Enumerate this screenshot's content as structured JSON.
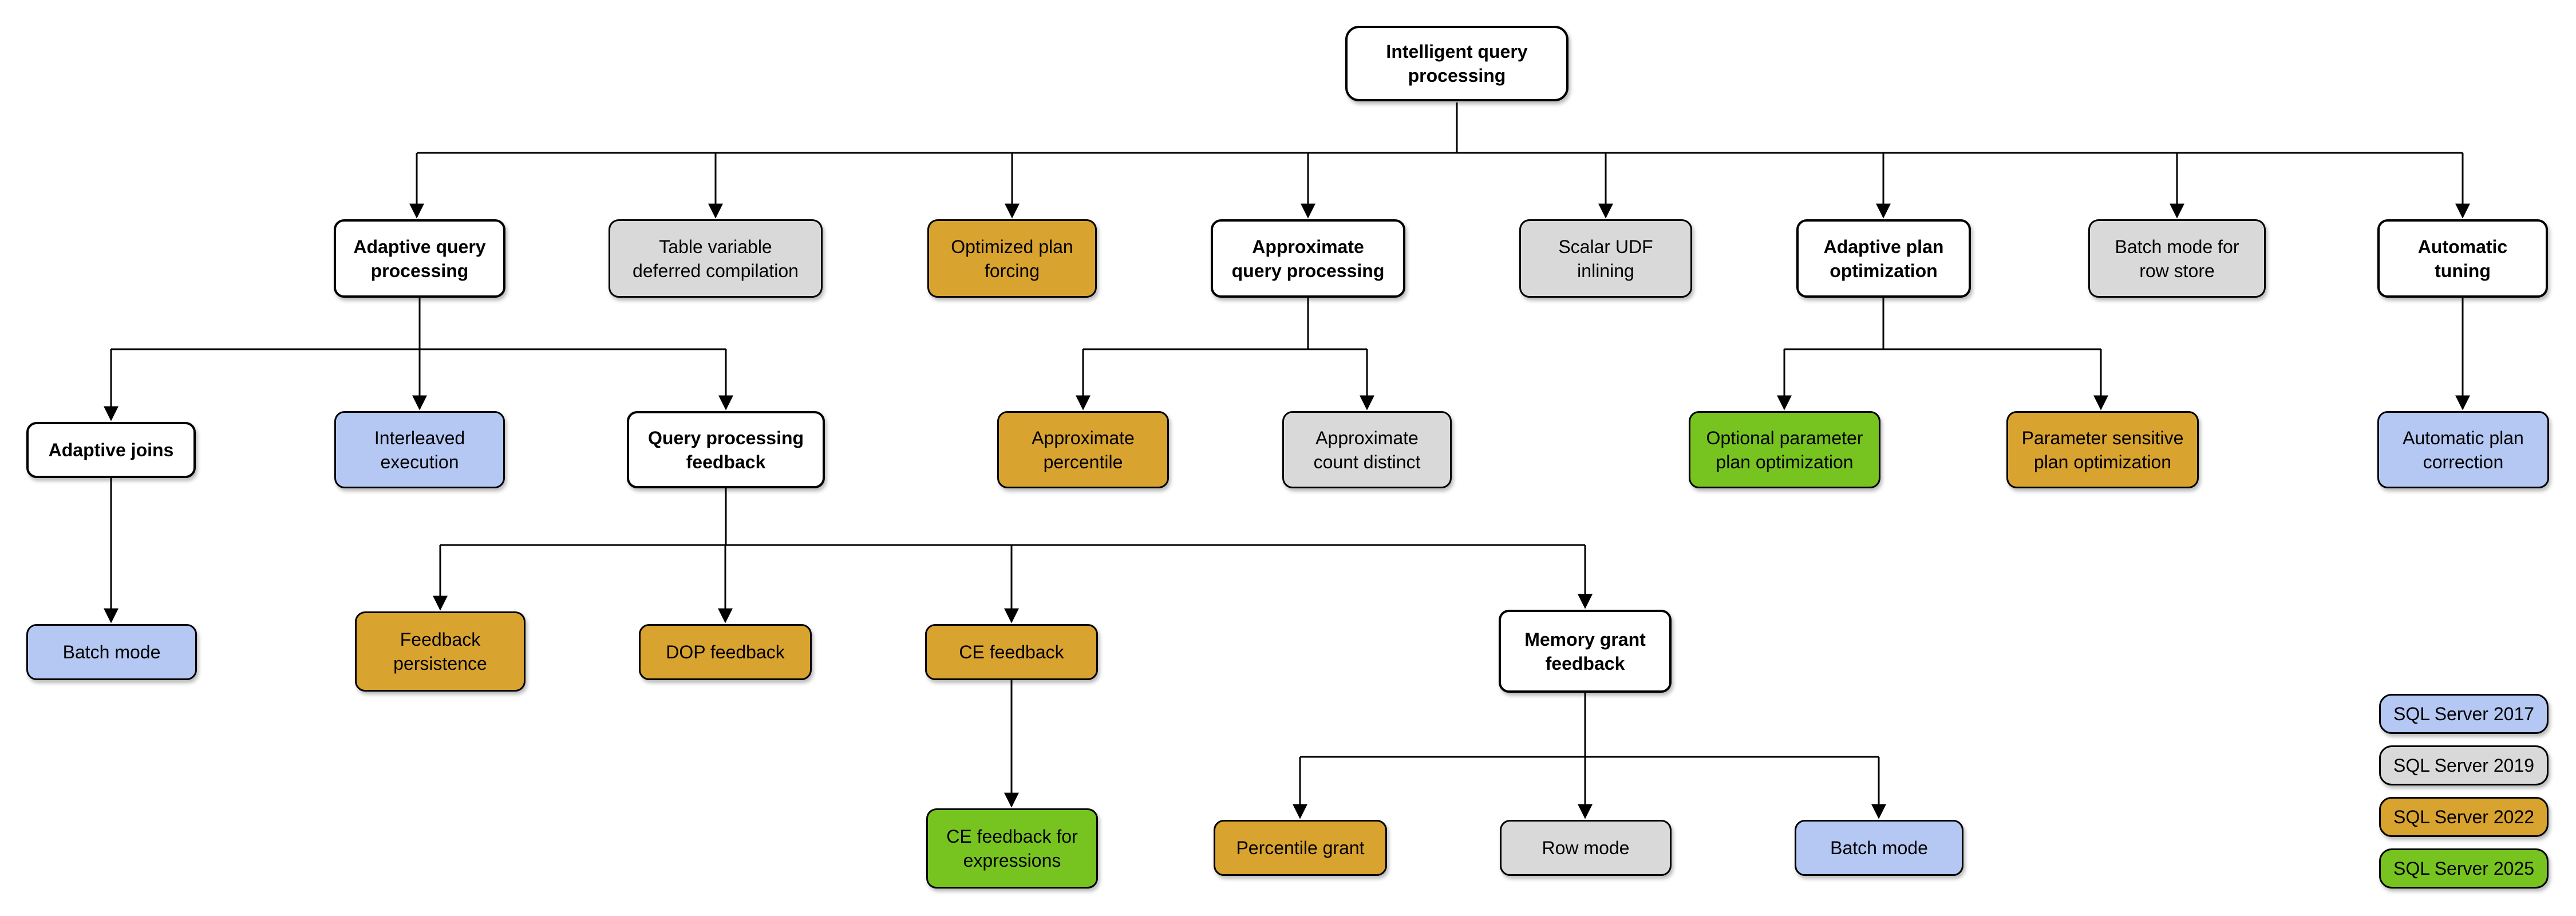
{
  "colors": {
    "v2017": "#b5c8f3",
    "v2019": "#d9d9d9",
    "v2022": "#d9a330",
    "v2025": "#77c421",
    "category_fill": "#ffffff",
    "border": "#000000",
    "line": "#000000"
  },
  "nodes": {
    "intelligent_query_processing": {
      "label": "Intelligent query\nprocessing",
      "version": "category"
    },
    "adaptive_query_processing": {
      "label": "Adaptive query\nprocessing",
      "version": "category"
    },
    "table_variable_deferred_compilation": {
      "label": "Table variable\ndeferred compilation",
      "version": "2019"
    },
    "optimized_plan_forcing": {
      "label": "Optimized plan\nforcing",
      "version": "2022"
    },
    "approximate_query_processing": {
      "label": "Approximate\nquery processing",
      "version": "category"
    },
    "scalar_udf_inlining": {
      "label": "Scalar UDF\ninlining",
      "version": "2019"
    },
    "adaptive_plan_optimization": {
      "label": "Adaptive plan\noptimization",
      "version": "category"
    },
    "batch_mode_for_row_store": {
      "label": "Batch mode for\nrow store",
      "version": "2019"
    },
    "automatic_tuning": {
      "label": "Automatic\ntuning",
      "version": "category"
    },
    "adaptive_joins": {
      "label": "Adaptive joins",
      "version": "category"
    },
    "interleaved_execution": {
      "label": "Interleaved\nexecution",
      "version": "2017"
    },
    "query_processing_feedback": {
      "label": "Query processing\nfeedback",
      "version": "category"
    },
    "approximate_percentile": {
      "label": "Approximate\npercentile",
      "version": "2022"
    },
    "approximate_count_distinct": {
      "label": "Approximate\ncount distinct",
      "version": "2019"
    },
    "optional_parameter_plan_optimization": {
      "label": "Optional parameter\nplan optimization",
      "version": "2025"
    },
    "parameter_sensitive_plan_optimization": {
      "label": "Parameter sensitive\nplan optimization",
      "version": "2022"
    },
    "automatic_plan_correction": {
      "label": "Automatic plan\ncorrection",
      "version": "2017"
    },
    "batch_mode_adaptive_joins": {
      "label": "Batch mode",
      "version": "2017"
    },
    "feedback_persistence": {
      "label": "Feedback\npersistence",
      "version": "2022"
    },
    "dop_feedback": {
      "label": "DOP feedback",
      "version": "2022"
    },
    "ce_feedback": {
      "label": "CE feedback",
      "version": "2022"
    },
    "memory_grant_feedback": {
      "label": "Memory grant\nfeedback",
      "version": "category"
    },
    "ce_feedback_for_expressions": {
      "label": "CE feedback for\nexpressions",
      "version": "2025"
    },
    "percentile_grant": {
      "label": "Percentile grant",
      "version": "2022"
    },
    "row_mode": {
      "label": "Row mode",
      "version": "2019"
    },
    "batch_mode_memory_grant": {
      "label": "Batch mode",
      "version": "2017"
    }
  },
  "edges": [
    {
      "from": "intelligent_query_processing",
      "to": "adaptive_query_processing"
    },
    {
      "from": "intelligent_query_processing",
      "to": "table_variable_deferred_compilation"
    },
    {
      "from": "intelligent_query_processing",
      "to": "optimized_plan_forcing"
    },
    {
      "from": "intelligent_query_processing",
      "to": "approximate_query_processing"
    },
    {
      "from": "intelligent_query_processing",
      "to": "scalar_udf_inlining"
    },
    {
      "from": "intelligent_query_processing",
      "to": "adaptive_plan_optimization"
    },
    {
      "from": "intelligent_query_processing",
      "to": "batch_mode_for_row_store"
    },
    {
      "from": "intelligent_query_processing",
      "to": "automatic_tuning"
    },
    {
      "from": "adaptive_query_processing",
      "to": "adaptive_joins"
    },
    {
      "from": "adaptive_query_processing",
      "to": "interleaved_execution"
    },
    {
      "from": "adaptive_query_processing",
      "to": "query_processing_feedback"
    },
    {
      "from": "approximate_query_processing",
      "to": "approximate_percentile"
    },
    {
      "from": "approximate_query_processing",
      "to": "approximate_count_distinct"
    },
    {
      "from": "adaptive_plan_optimization",
      "to": "optional_parameter_plan_optimization"
    },
    {
      "from": "adaptive_plan_optimization",
      "to": "parameter_sensitive_plan_optimization"
    },
    {
      "from": "automatic_tuning",
      "to": "automatic_plan_correction"
    },
    {
      "from": "adaptive_joins",
      "to": "batch_mode_adaptive_joins"
    },
    {
      "from": "query_processing_feedback",
      "to": "feedback_persistence"
    },
    {
      "from": "query_processing_feedback",
      "to": "dop_feedback"
    },
    {
      "from": "query_processing_feedback",
      "to": "ce_feedback"
    },
    {
      "from": "query_processing_feedback",
      "to": "memory_grant_feedback"
    },
    {
      "from": "ce_feedback",
      "to": "ce_feedback_for_expressions"
    },
    {
      "from": "memory_grant_feedback",
      "to": "percentile_grant"
    },
    {
      "from": "memory_grant_feedback",
      "to": "row_mode"
    },
    {
      "from": "memory_grant_feedback",
      "to": "batch_mode_memory_grant"
    }
  ],
  "legend": {
    "items": [
      {
        "label": "SQL Server 2017",
        "version": "2017"
      },
      {
        "label": "SQL Server 2019",
        "version": "2019"
      },
      {
        "label": "SQL Server 2022",
        "version": "2022"
      },
      {
        "label": "SQL Server 2025",
        "version": "2025"
      }
    ]
  }
}
